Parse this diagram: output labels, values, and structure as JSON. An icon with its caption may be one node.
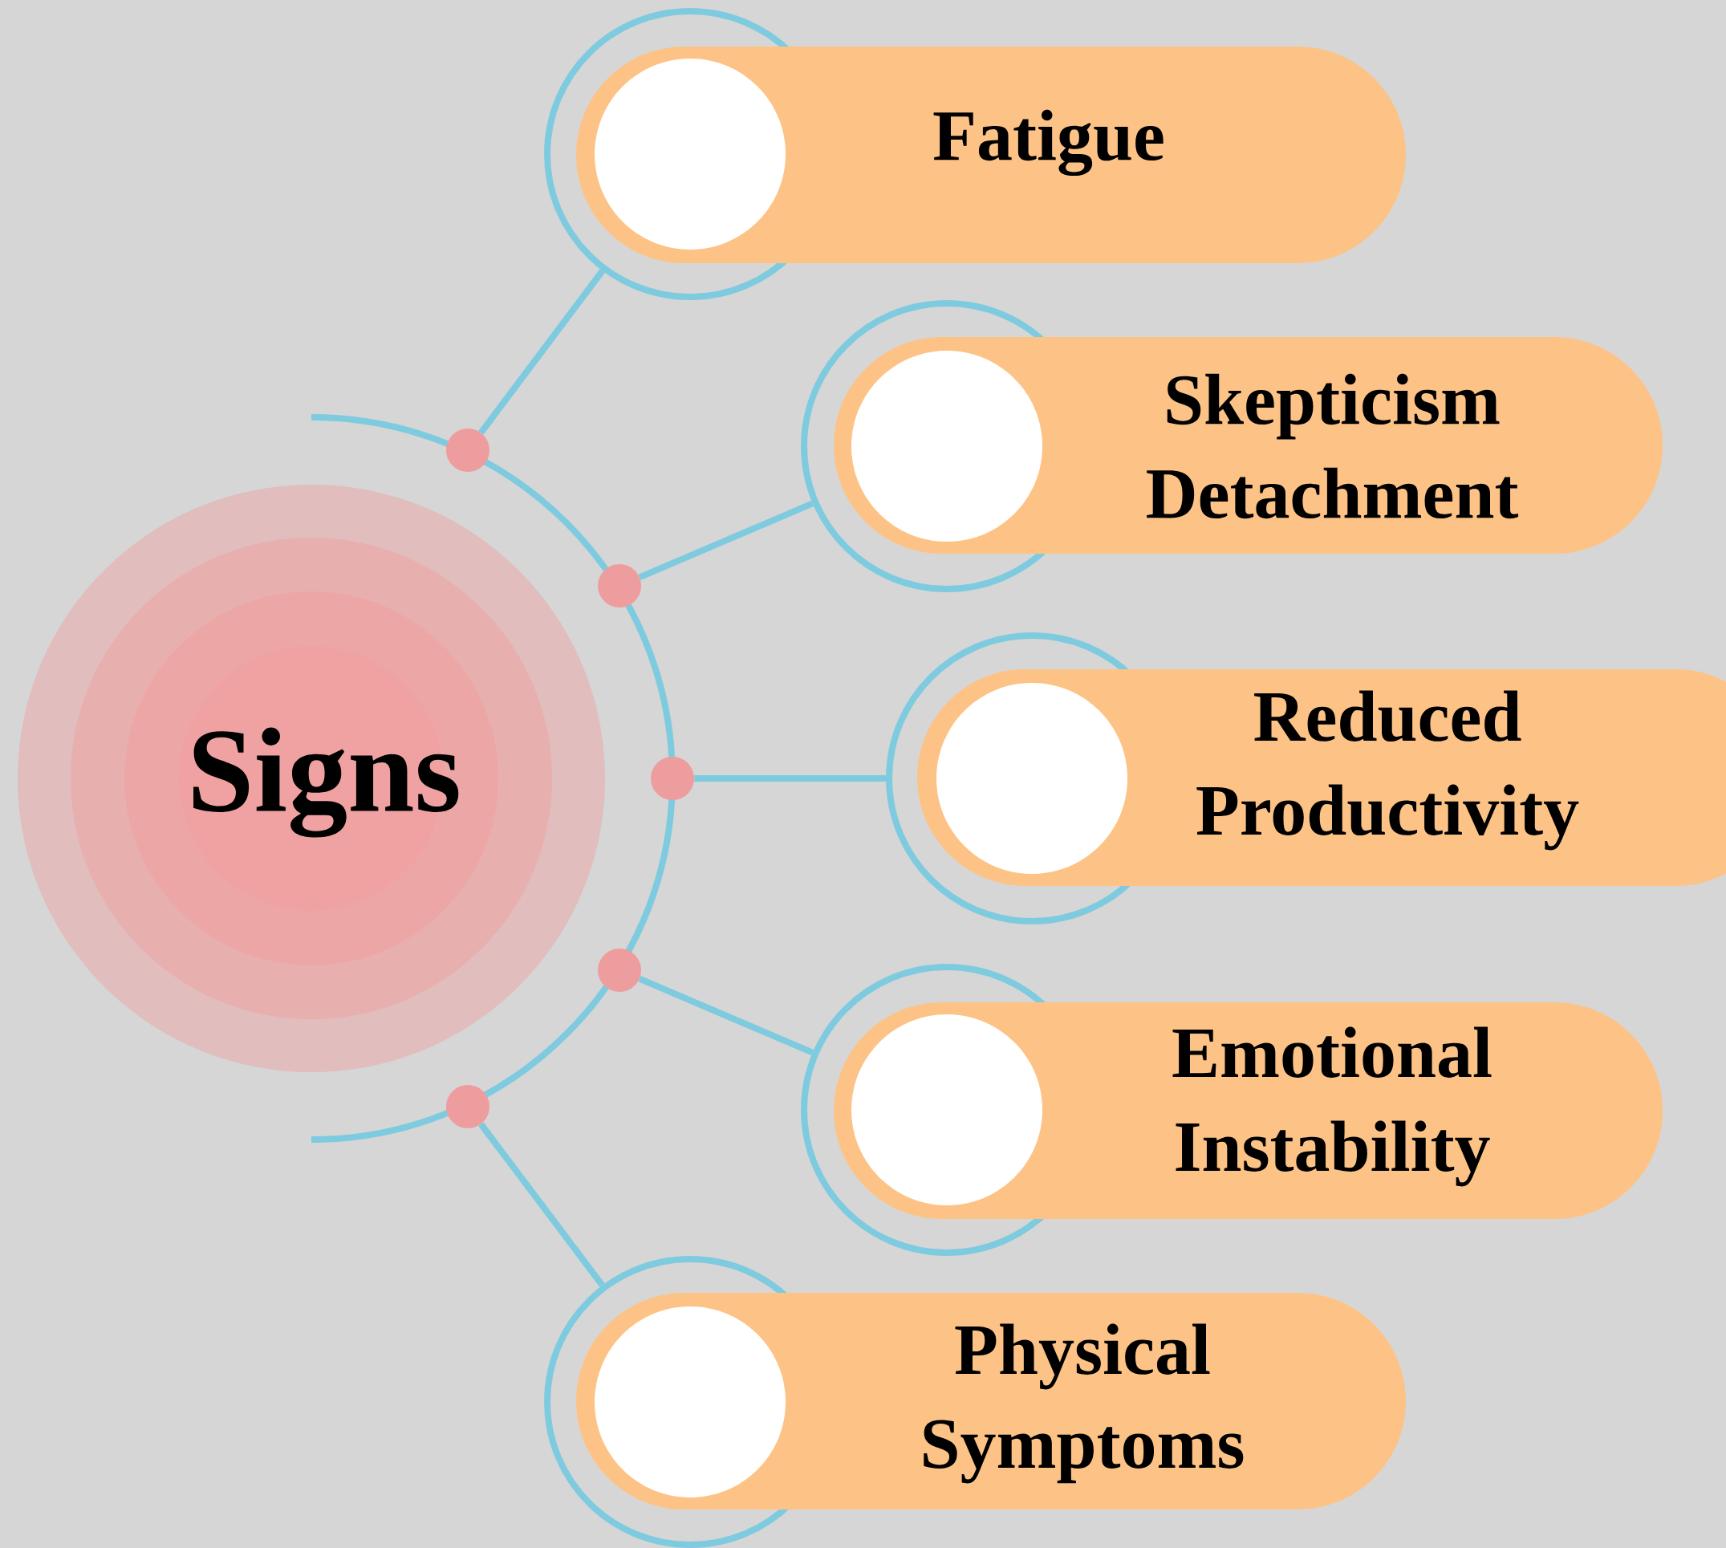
{
  "diagram": {
    "nodes": [
      {
        "text": [
          "Signs"
        ]
      },
      {
        "text": [
          "Fatigue"
        ]
      },
      {
        "text": [
          "Skepticism Detachment"
        ]
      },
      {
        "text": [
          "Reduced Productivity"
        ]
      },
      {
        "text": [
          "Emotional Instability"
        ]
      },
      {
        "text": [
          "Physical Symptoms"
        ]
      },
      {
        "text": [],
        "shape": "circle"
      },
      {
        "text": [],
        "shape": "circle"
      },
      {
        "text": [],
        "shape": "circle"
      },
      {
        "text": [],
        "shape": "circle"
      },
      {
        "text": [],
        "shape": "circle"
      }
    ],
    "edges": [
      {
        "from": 6,
        "to": 1,
        "arrow": "none"
      },
      {
        "from": 7,
        "to": 2,
        "arrow": "none"
      },
      {
        "from": 8,
        "to": 3,
        "arrow": "none"
      },
      {
        "from": 9,
        "to": 4,
        "arrow": "none"
      },
      {
        "from": 10,
        "to": 5,
        "arrow": "none"
      }
    ]
  }
}
